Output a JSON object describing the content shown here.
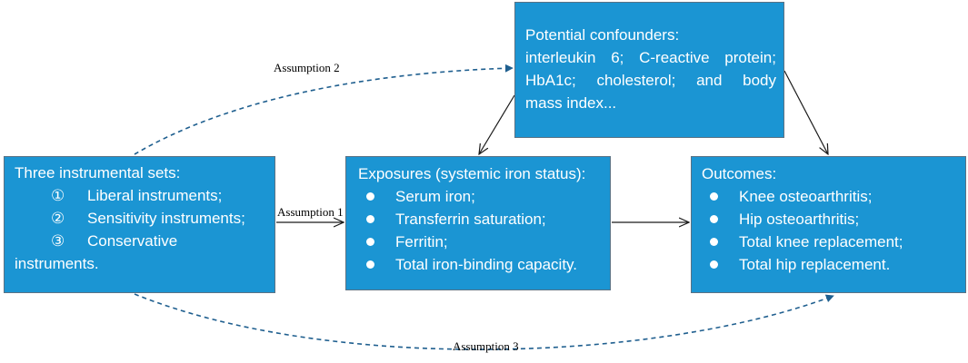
{
  "instruments": {
    "title": "Three instrumental sets:",
    "items": [
      {
        "marker": "①",
        "label": "Liberal instruments;"
      },
      {
        "marker": "②",
        "label": "Sensitivity instruments;"
      },
      {
        "marker": "③",
        "label": "Conservative"
      }
    ],
    "tail": "instruments."
  },
  "exposures": {
    "title": "Exposures (systemic iron status):",
    "items": [
      "Serum iron;",
      "Transferrin saturation;",
      "Ferritin;",
      "Total iron-binding capacity."
    ]
  },
  "outcomes": {
    "title": "Outcomes:",
    "items": [
      "Knee osteoarthritis;",
      "Hip osteoarthritis;",
      "Total knee replacement;",
      "Total hip replacement."
    ]
  },
  "confounders": {
    "title": "Potential confounders:",
    "line1_words": [
      "interleukin",
      "6;",
      "C-reactive",
      "protein;"
    ],
    "line2_words": [
      "HbA1c;",
      "cholesterol;",
      "and",
      "body"
    ],
    "line3": "mass index..."
  },
  "assumptions": {
    "a1": "Assumption 1",
    "a2": "Assumption 2",
    "a3": "Assumption 3"
  },
  "colors": {
    "box_fill": "#1b95d3",
    "box_border": "#5a7284",
    "dashed_arrow": "#1f5f8f",
    "solid_arrow": "#1a1a1a"
  }
}
